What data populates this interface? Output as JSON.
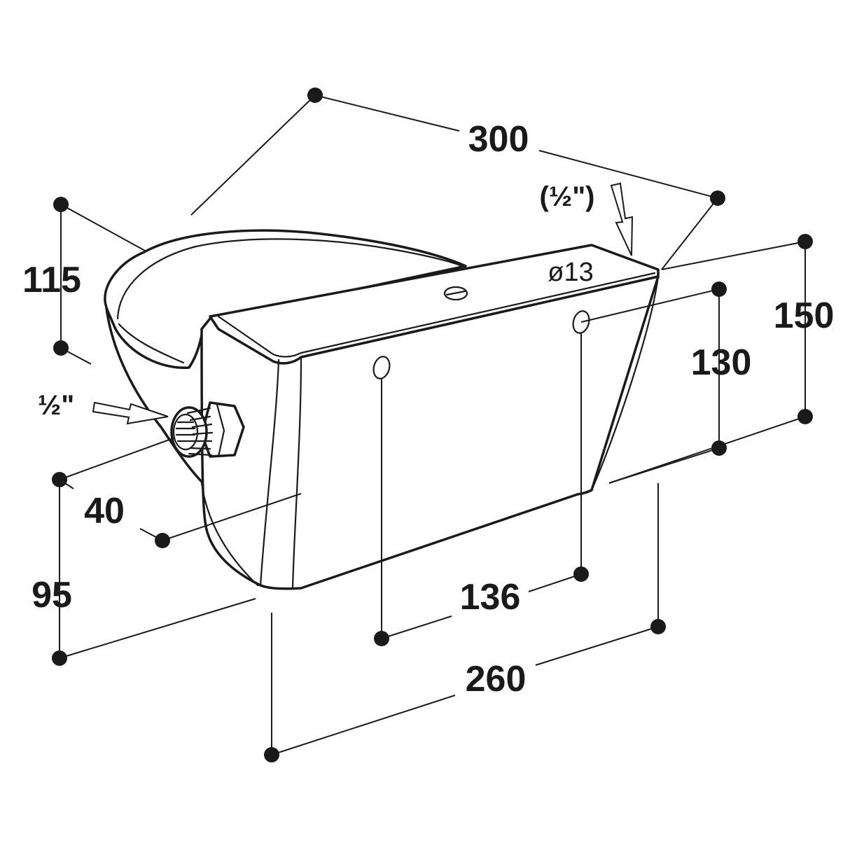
{
  "dimensions": {
    "length_top": "300",
    "height_total": "150",
    "hole_height": "130",
    "bowl_height": "115",
    "base_height": "95",
    "inlet_offset": "40",
    "hole_spacing": "136",
    "base_length": "260"
  },
  "labels": {
    "hole_diameter": "ø13",
    "inlet_side": "½\"",
    "inlet_top": "(½\")"
  }
}
